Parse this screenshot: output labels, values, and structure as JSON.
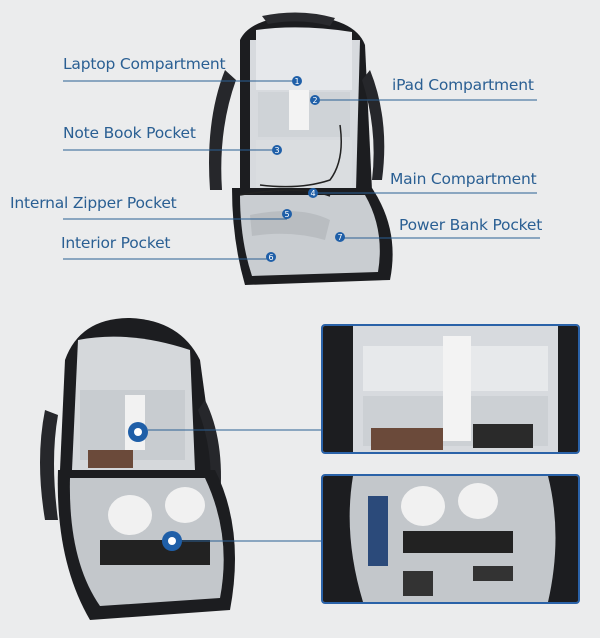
{
  "callouts": [
    {
      "num": "1",
      "label": "Laptop Compartment"
    },
    {
      "num": "2",
      "label": "iPad Compartment"
    },
    {
      "num": "3",
      "label": "Note Book Pocket"
    },
    {
      "num": "4",
      "label": "Main Compartment"
    },
    {
      "num": "5",
      "label": "Internal Zipper Pocket"
    },
    {
      "num": "6",
      "label": "Interior Pocket"
    },
    {
      "num": "7",
      "label": "Power Bank Pocket"
    }
  ],
  "colors": {
    "label": "#2a5f93",
    "accent": "#1f5fa8",
    "background": "#ebeced",
    "bag": "#1c1d20",
    "lining": "#d2d5d8"
  }
}
